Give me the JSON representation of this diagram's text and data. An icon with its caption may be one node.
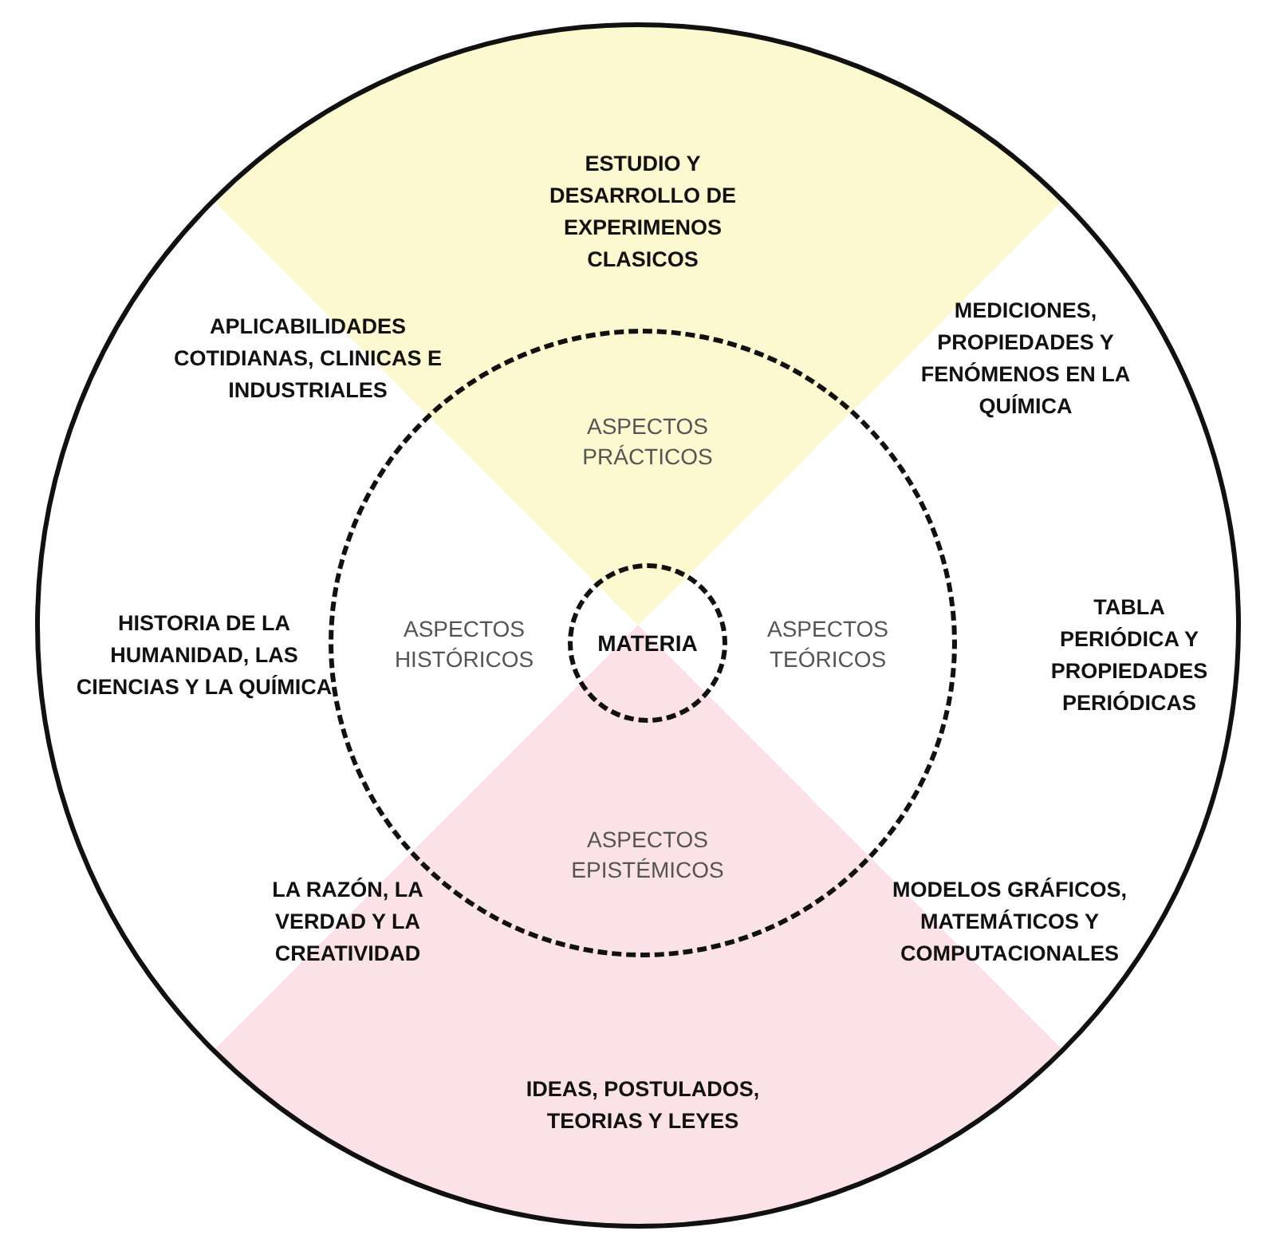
{
  "diagram": {
    "nodes": [
      {
        "text": [],
        "shape": "circle"
      },
      {
        "text": [
          "ASPECTOS PRÁCTICOS",
          "ASPECTOS HISTÓRICOS",
          "ASPECTOS TEÓRICOS",
          "ASPECTOS EPISTÉMICOS"
        ],
        "in": 0
      },
      {
        "text": [
          "MATERIA"
        ],
        "in": 1
      }
    ],
    "labels": [
      "ESTUDIO Y DESARROLLO DE EXPERIMENOS CLASICOS",
      "APLICABILIDADES COTIDIANAS, CLINICAS E INDUSTRIALES",
      "MEDICIONES, PROPIEDADES Y FENÓMENOS EN LA QUÍMICA",
      "HISTORIA DE LA HUMANIDAD, LAS CIENCIAS Y LA QUÍMICA",
      "TABLA PERIÓDICA Y PROPIEDADES PERIÓDICAS",
      "LA RAZÓN, LA VERDAD Y LA CREATIVIDAD",
      "MODELOS GRÁFICOS, MATEMÁTICOS Y COMPUTACIONALES",
      "IDEAS, POSTULADOS, TEORIAS Y LEYES"
    ]
  }
}
